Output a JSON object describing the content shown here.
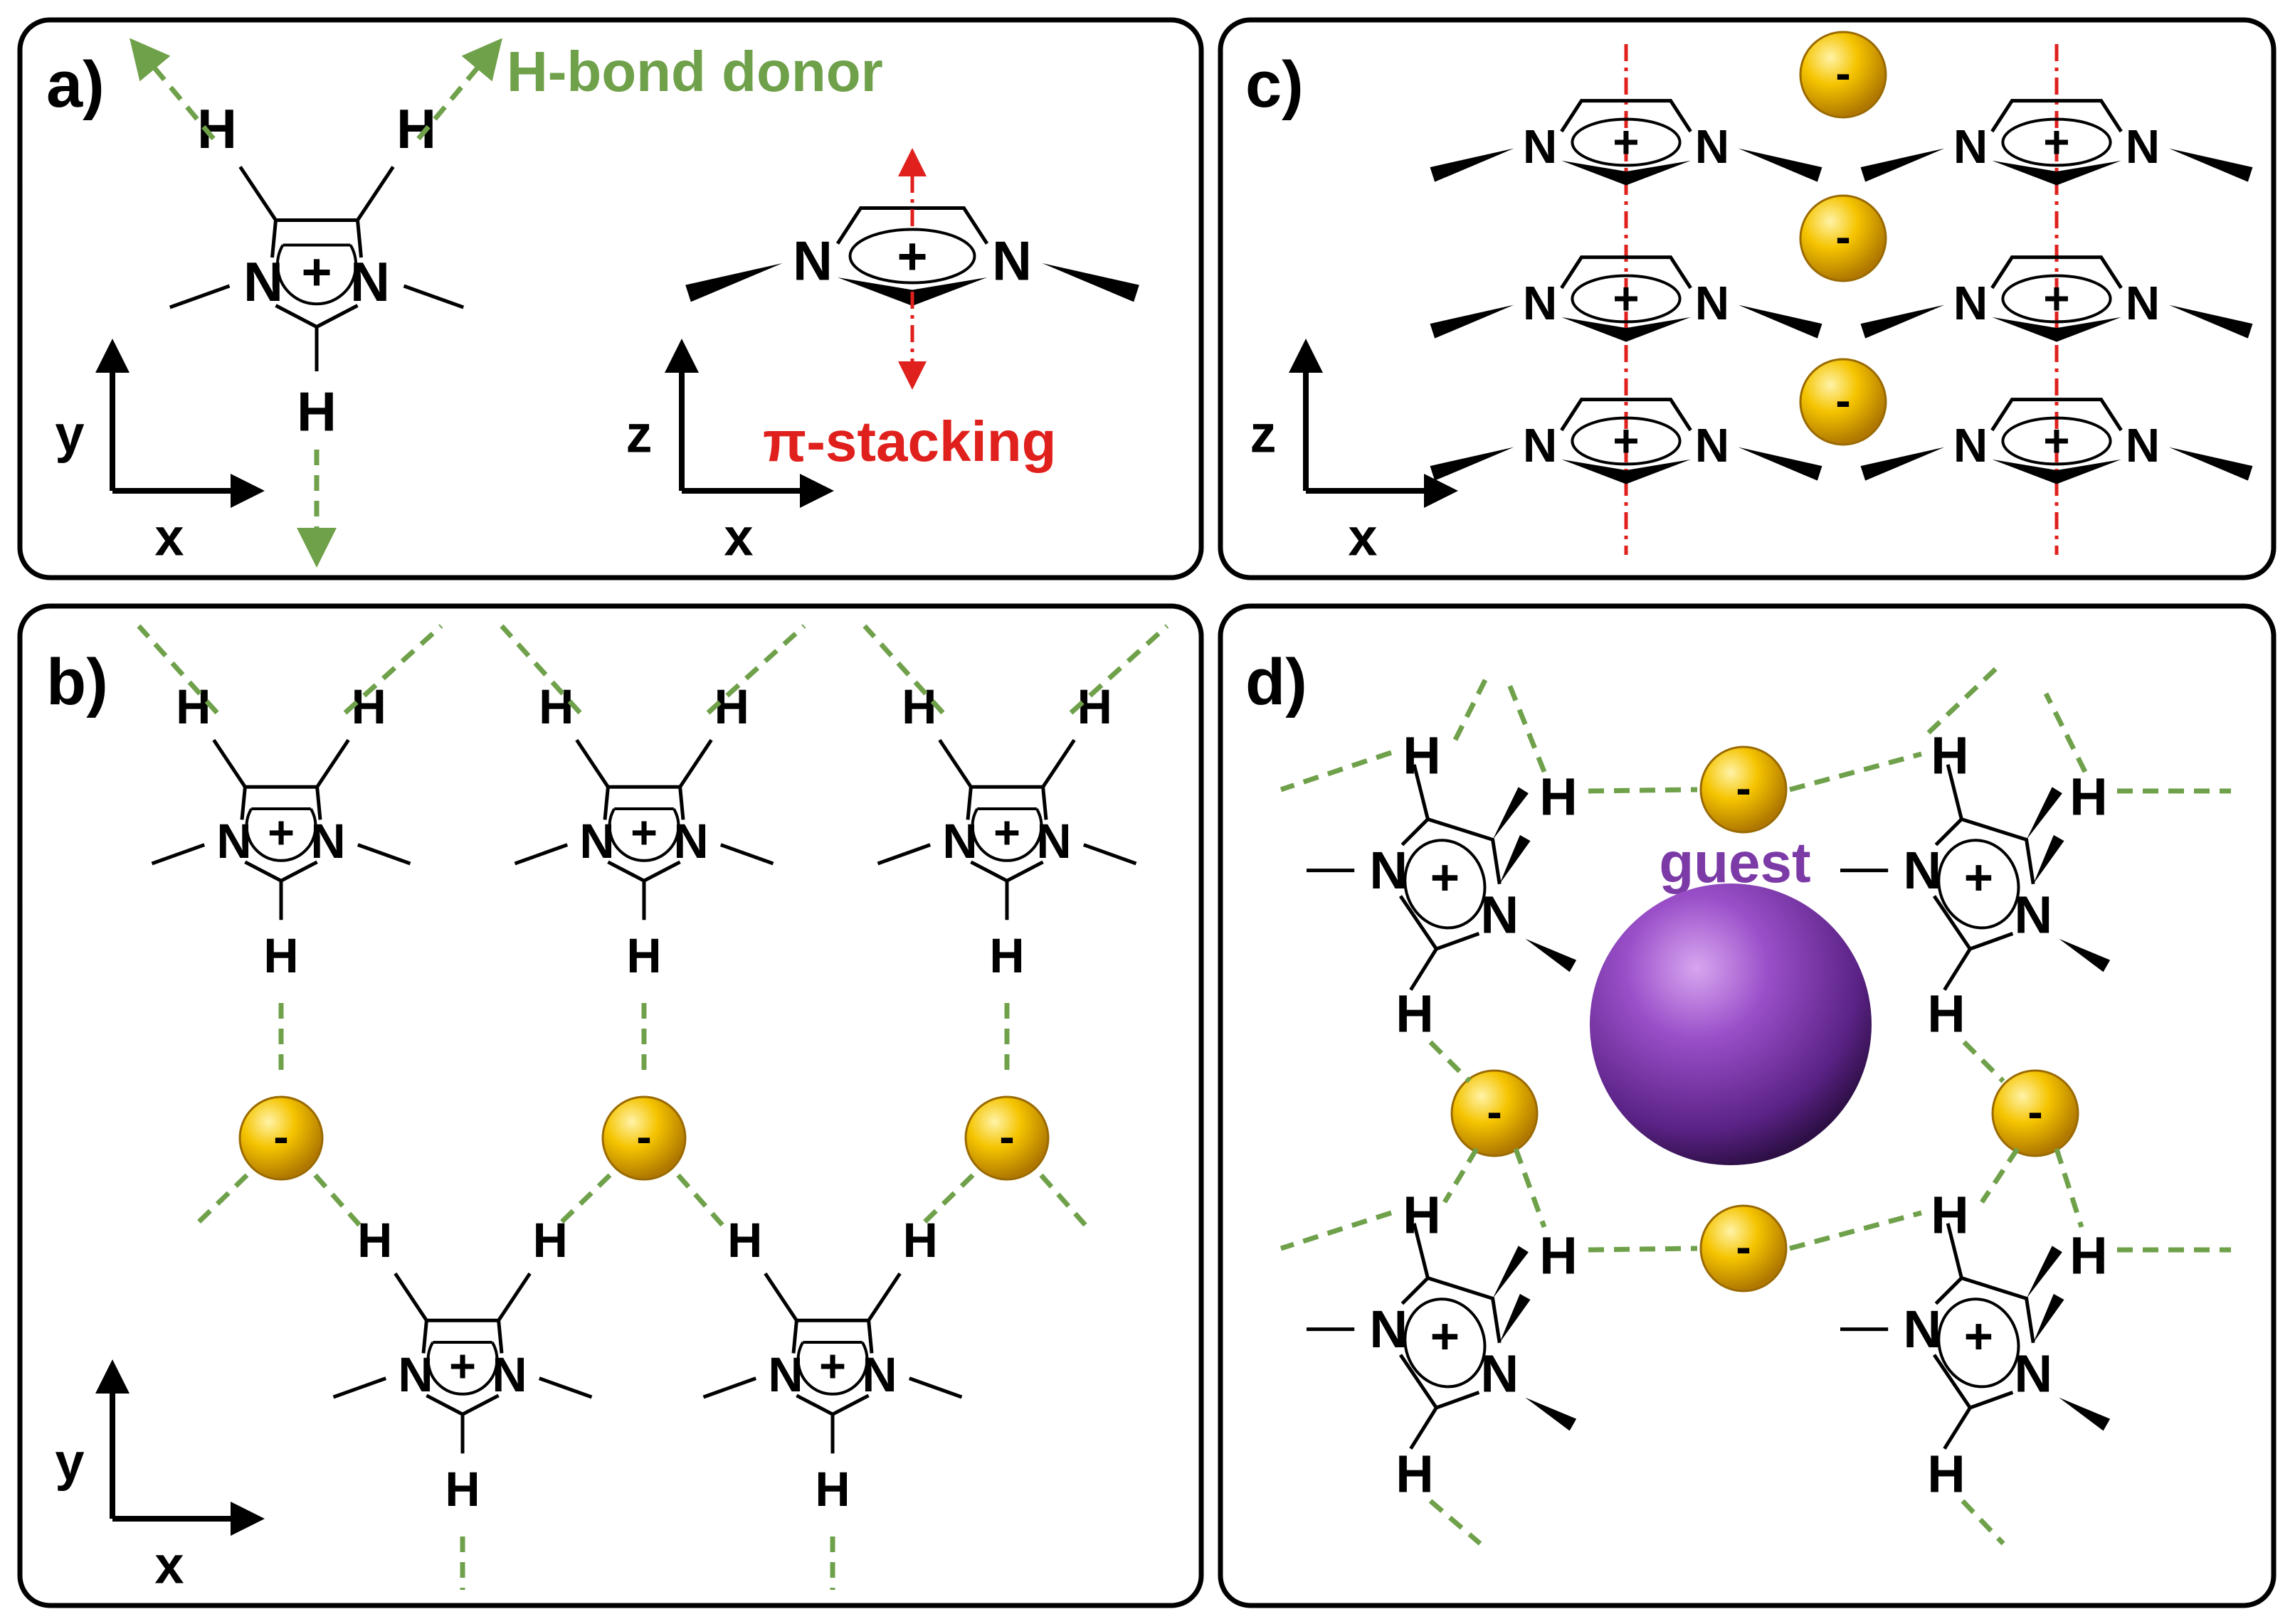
{
  "panels": {
    "a": {
      "label": "a)",
      "donor_annotation": "H-bond donor",
      "pi_annotation": "π-stacking",
      "axes_left": {
        "x": "x",
        "y": "y"
      },
      "axes_right": {
        "x": "x",
        "y": "z"
      }
    },
    "b": {
      "label": "b)",
      "axes": {
        "x": "x",
        "y": "y"
      }
    },
    "c": {
      "label": "c)",
      "axes": {
        "x": "x",
        "y": "z"
      }
    },
    "d": {
      "label": "d)",
      "guest_label": "guest"
    }
  },
  "atoms": {
    "H": "H",
    "N": "N",
    "plus": "+",
    "minus": "-"
  },
  "colors": {
    "hbond": "#6fa04a",
    "pi_stacking": "#e0201c",
    "guest": "#7b3aa6",
    "anion": "#f2b705"
  }
}
